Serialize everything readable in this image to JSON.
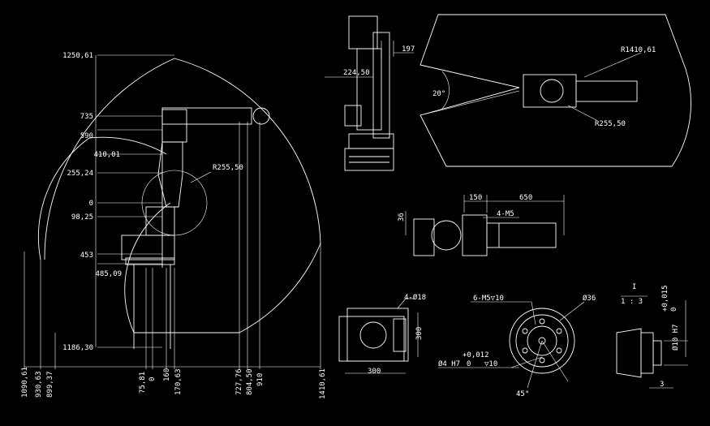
{
  "side_view": {
    "vertical_dims": [
      "1250,61",
      "735",
      "590",
      "410,01",
      "255,24",
      "0",
      "98,25",
      "453",
      "485,09",
      "1186,30"
    ],
    "bottom_dims": [
      "1090,61",
      "930,63",
      "899,37",
      "75,81",
      "0",
      "160",
      "170,63",
      "727,76",
      "804,50",
      "910",
      "1410,61"
    ],
    "radius_label": "R255,50"
  },
  "front_view": {
    "dim_a": "224,50",
    "dim_b": "197"
  },
  "top_view": {
    "outer_radius": "R1410,61",
    "inner_radius": "R255,50",
    "angle": "20°"
  },
  "wrist_view": {
    "dim_a": "150",
    "dim_b": "650",
    "dim_c": "36",
    "thread": "4-M5"
  },
  "base_view": {
    "holes": "4-Ø18",
    "width": "300",
    "height": "300"
  },
  "flange_view": {
    "threads": "6-M5▽10",
    "diameter": "Ø36",
    "pin": "Ø4 H7",
    "tol_upper": "+0,012",
    "tol_lower": "0",
    "depth": "▽10",
    "angle": "45°"
  },
  "flange_side": {
    "scale_top": "I",
    "scale": "1 : 3",
    "bore": "Ø10 H7",
    "tol_upper": "+0,015",
    "tol_lower": "0",
    "depth": "3"
  }
}
